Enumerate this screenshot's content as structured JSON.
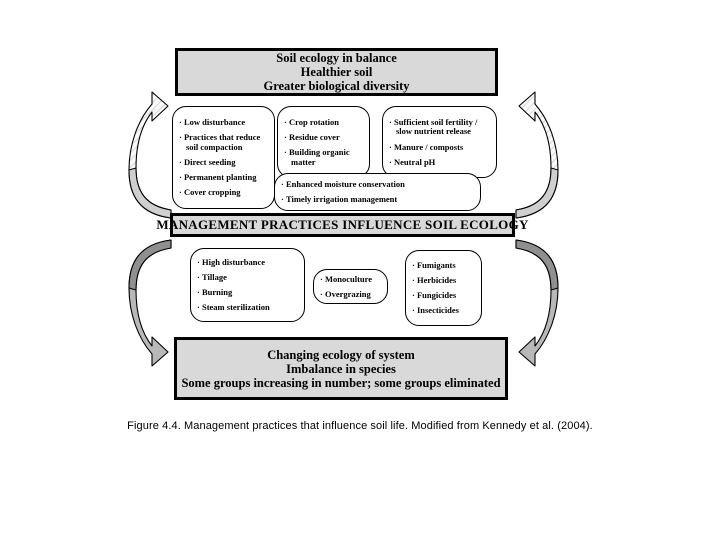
{
  "figure": {
    "caption": "Figure 4.4. Management practices that influence soil life. Modified from Kennedy et al. (2004)."
  },
  "colors": {
    "banner_fill": "#d9d9d9",
    "banner_border": "#000000",
    "box_fill": "#ffffff",
    "box_border": "#000000",
    "arrow_light": "#f2f2f2",
    "arrow_mid": "#bfbfbf",
    "arrow_dark": "#999999",
    "text": "#000000",
    "page_background": "#ffffff"
  },
  "top_banner": {
    "lines": [
      "Soil ecology in balance",
      "Healthier soil",
      "Greater biological diversity"
    ]
  },
  "middle_banner": {
    "text": "MANAGEMENT PRACTICES INFLUENCE SOIL ECOLOGY"
  },
  "bottom_banner": {
    "lines": [
      "Changing ecology of system",
      "Imbalance in species",
      "Some groups increasing in number; some groups eliminated"
    ]
  },
  "positive_practices": {
    "low_disturbance": {
      "items": [
        "Low disturbance",
        "Practices that reduce soil compaction",
        "Direct seeding",
        "Permanent planting",
        "Cover cropping"
      ]
    },
    "organic_matter": {
      "items": [
        "Crop rotation",
        "Residue cover",
        "Building organic matter"
      ]
    },
    "fertility": {
      "items": [
        "Sufficient soil fertility / slow nutrient release",
        "Manure / composts",
        "Neutral pH"
      ]
    },
    "moisture": {
      "items": [
        "Enhanced moisture conservation",
        "Timely irrigation management"
      ]
    }
  },
  "negative_practices": {
    "high_disturbance": {
      "items": [
        "High disturbance",
        "Tillage",
        "Burning",
        "Steam sterilization"
      ]
    },
    "grazing_cropping": {
      "items": [
        "Monoculture",
        "Overgrazing"
      ]
    },
    "chemicals": {
      "items": [
        "Fumigants",
        "Herbicides",
        "Fungicides",
        "Insecticides"
      ]
    }
  },
  "arrows": {
    "upper_left": "curved-arrow-up-left",
    "upper_right": "curved-arrow-up-right",
    "lower_left": "curved-arrow-down-left",
    "lower_right": "curved-arrow-down-right"
  }
}
